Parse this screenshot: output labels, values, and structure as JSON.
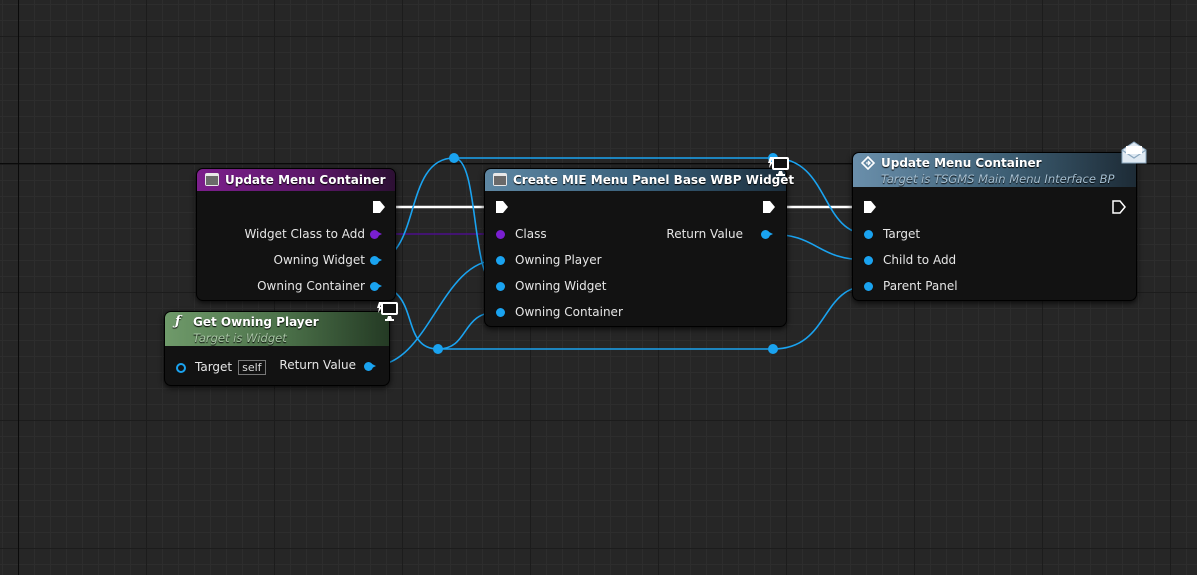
{
  "graph": {
    "nodes": {
      "event_update_menu_container": {
        "title": "Update Menu Container",
        "pins": {
          "widget_class_to_add": "Widget Class to Add",
          "owning_widget": "Owning Widget",
          "owning_container": "Owning Container"
        },
        "header_color": "#6c1b7a"
      },
      "get_owning_player": {
        "title": "Get Owning Player",
        "subtitle": "Target is Widget",
        "pins": {
          "target": "Target",
          "target_default": "self",
          "return_value": "Return Value"
        },
        "header_color": "#4a7048"
      },
      "create_widget": {
        "title": "Create MIE Menu Panel Base WBP Widget",
        "pins": {
          "class": "Class",
          "owning_player": "Owning Player",
          "owning_widget": "Owning Widget",
          "owning_container": "Owning Container",
          "return_value": "Return Value"
        },
        "header_color": "#355a73"
      },
      "interface_update_menu_container": {
        "title": "Update Menu Container",
        "subtitle": "Target is TSGMS Main Menu Interface BP",
        "pins": {
          "target": "Target",
          "child_to_add": "Child to Add",
          "parent_panel": "Parent Panel"
        },
        "header_color": "#3d5e73"
      }
    },
    "icons": [
      "function-icon",
      "f-function-icon",
      "client-only-monitor-icon",
      "interface-message-envelope-icon",
      "interface-event-diamond-icon"
    ],
    "wire_colors": {
      "object": "#1aa3f0",
      "class": "#4b0f8a",
      "exec": "#ffffff"
    }
  }
}
